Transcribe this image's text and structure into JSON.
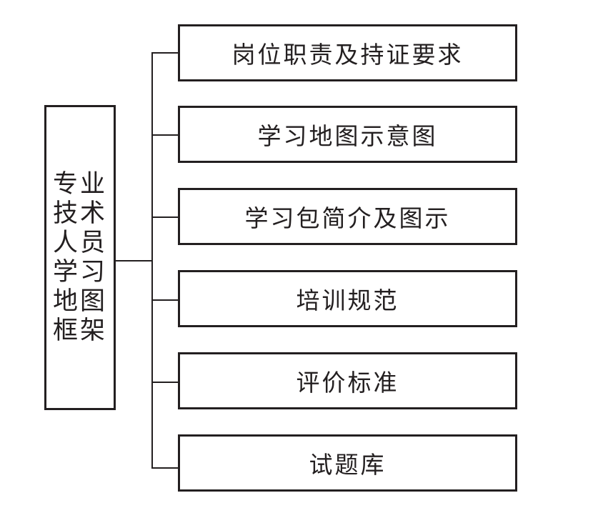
{
  "root": {
    "label": "专业技术人员学习地图框架"
  },
  "children": [
    {
      "label": "岗位职责及持证要求"
    },
    {
      "label": "学习地图示意图"
    },
    {
      "label": "学习包简介及图示"
    },
    {
      "label": "培训规范"
    },
    {
      "label": "评价标准"
    },
    {
      "label": "试题库"
    }
  ]
}
